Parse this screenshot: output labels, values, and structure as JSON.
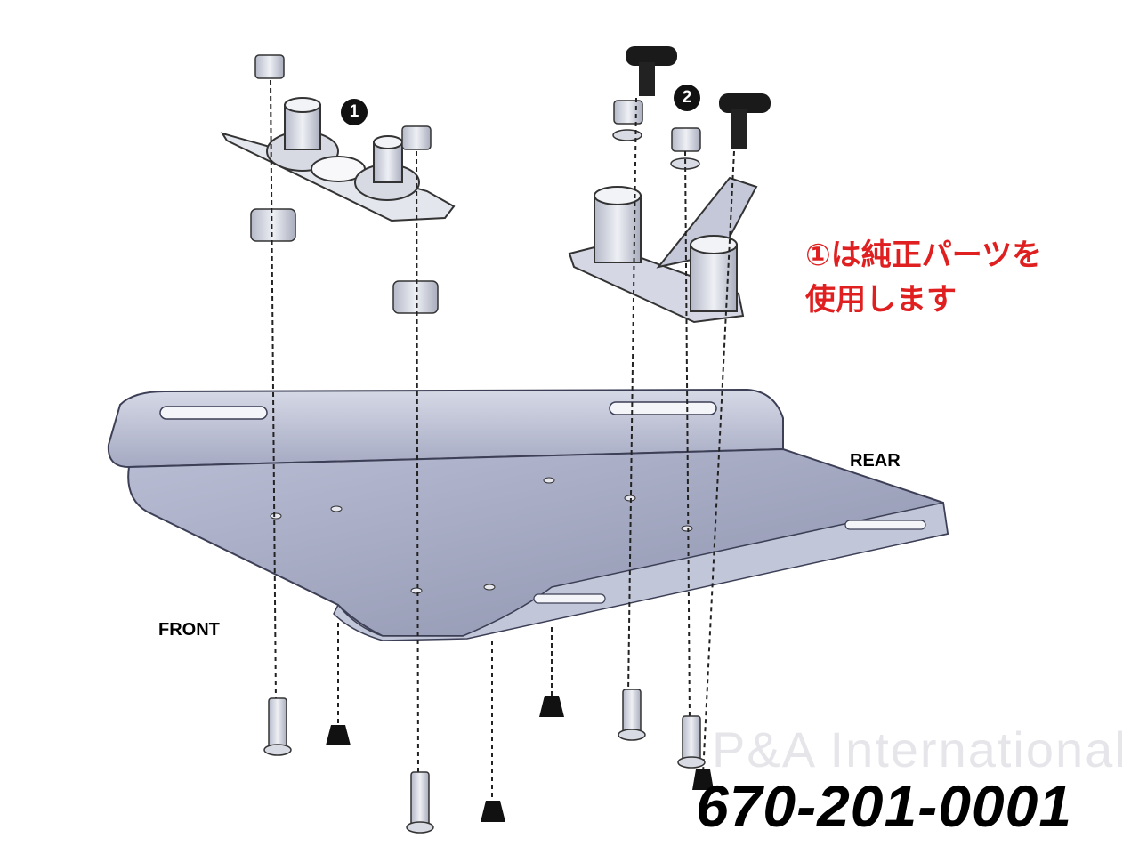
{
  "labels": {
    "front": "FRONT",
    "rear": "REAR"
  },
  "callouts": {
    "one": "1",
    "two": "2"
  },
  "note": {
    "line1": "①は純正パーツを",
    "line2": "使用します"
  },
  "part_number": "670-201-0001",
  "watermark": "P&A International",
  "colors": {
    "plate": "#a7acc6",
    "plate_dark": "#7f85a3",
    "metal": "#c9ccd6",
    "note": "#e02020"
  }
}
